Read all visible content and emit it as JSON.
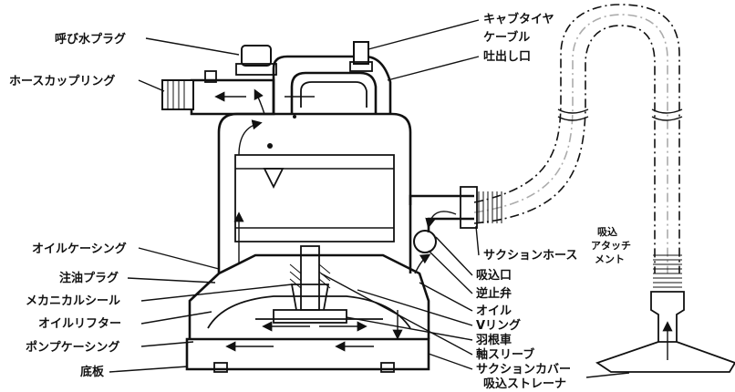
{
  "labels_left": {
    "priming_plug": "呼び水プラグ",
    "hose_coupling": "ホースカップリング",
    "oil_casing": "オイルケーシング",
    "oil_fill_plug": "注油プラグ",
    "mechanical_seal": "メカニカルシール",
    "oil_lifter": "オイルリフター",
    "pump_casing": "ポンプケーシング",
    "base_plate": "底板"
  },
  "labels_top_right": {
    "cabtire_line1": "キャブタイヤ",
    "cabtire_line2": "ケーブル",
    "discharge_port": "吐出し口"
  },
  "labels_right": {
    "suction_hose": "サクションホース",
    "suction_port": "吸込口",
    "check_valve": "逆止弁",
    "oil": "オイル",
    "v_ring": "Vリング",
    "impeller": "羽根車",
    "shaft_sleeve": "軸スリーブ",
    "suction_cover": "サクションカバー",
    "suction_strainer": "吸込ストレーナ"
  },
  "labels_attachment": {
    "line1": "吸込",
    "line2": "アタッチ",
    "line3": "メント"
  }
}
